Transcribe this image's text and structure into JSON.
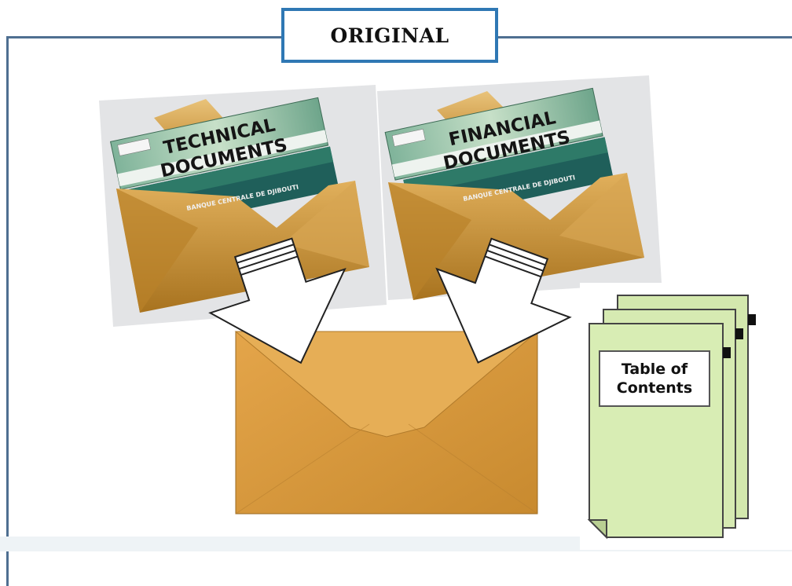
{
  "title": "ORIGINAL",
  "technical_envelope": {
    "line1": "TECHNICAL",
    "line2": "DOCUMENTS",
    "bill_text": "BANQUE CENTRALE DE DJIBOUTI"
  },
  "financial_envelope": {
    "line1": "FINANCIAL",
    "line2": "DOCUMENTS",
    "bill_text": "BANQUE CENTRALE DE DJIBOUTI"
  },
  "table_of_contents": {
    "line1": "Table of",
    "line2": "Contents"
  },
  "colors": {
    "frame": "#4f6f91",
    "title_border": "#2f78b4",
    "envelope": "#c8922e",
    "big_envelope": "#d9973a",
    "doc_pages": "#d8edb4",
    "bill": "#9fc9b0"
  },
  "icons": [
    "technical-documents-envelope-icon",
    "financial-documents-envelope-icon",
    "down-arrow-icon",
    "closed-envelope-icon",
    "table-of-contents-document-stack-icon"
  ]
}
